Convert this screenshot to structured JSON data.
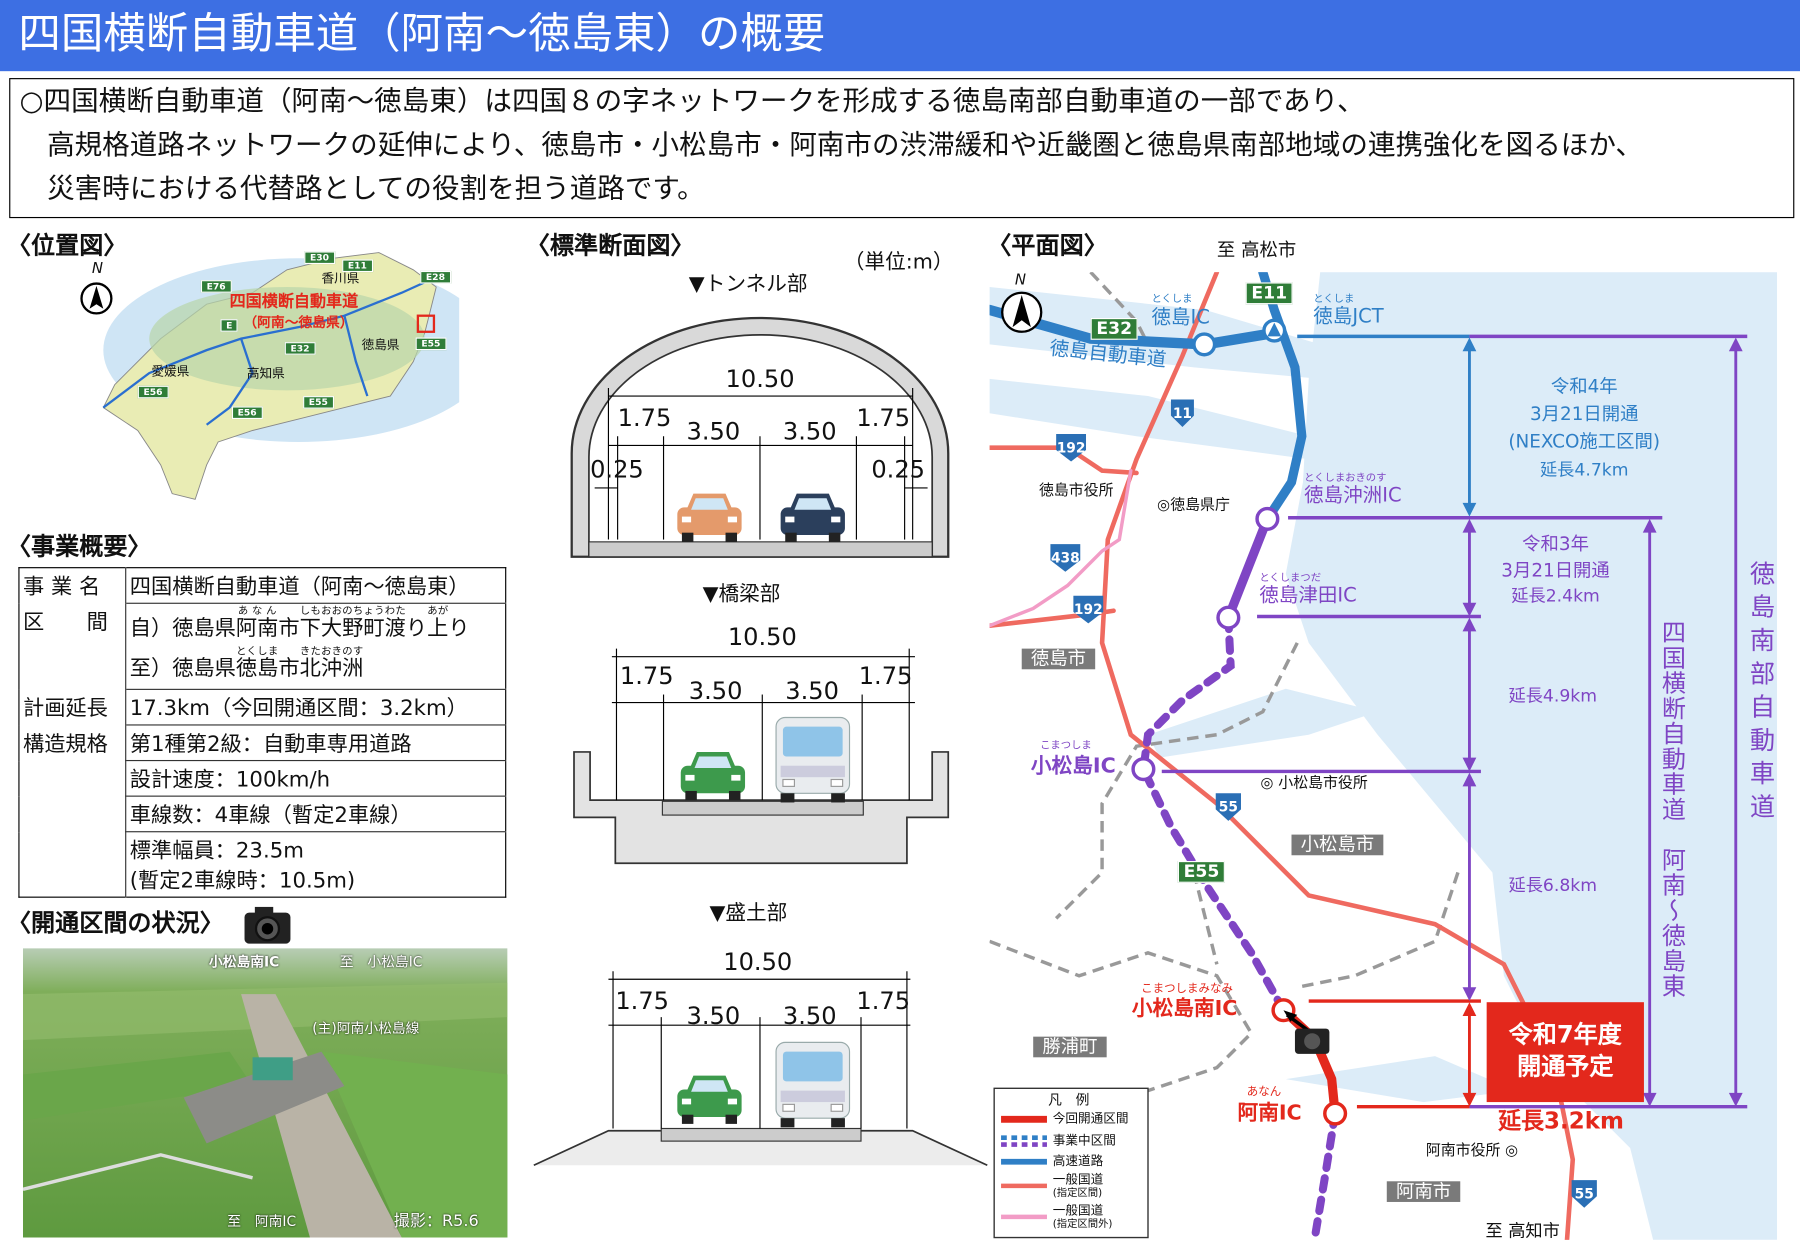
{
  "title": "四国横断自動車道（阿南～徳島東）の概要",
  "intro": [
    "○四国横断自動車道（阿南～徳島東）は四国８の字ネットワークを形成する徳島南部自動車道の一部であり、",
    "　高規格道路ネットワークの延伸により、徳島市・小松島市・阿南市の渋滞緩和や近畿圏と徳島県南部地域の連携強化を図るほか、",
    "　災害時における代替路としての役割を担う道路です。"
  ],
  "location_map": {
    "heading": "〈位置図〉",
    "north": "N",
    "route_label_1": "四国横断自動車道",
    "route_label_2": "（阿南～徳島県）",
    "prefectures": {
      "kagawa": "香川県",
      "tokushima": "徳島県",
      "ehime": "愛媛県",
      "kochi": "高知県"
    },
    "signs": {
      "e30": "E30",
      "e11": "E11",
      "e28": "E28",
      "e76": "E76",
      "e": "E",
      "e32": "E32",
      "e55a": "E55",
      "e56a": "E56",
      "e56b": "E56",
      "e55b": "E55"
    }
  },
  "overview": {
    "heading": "〈事業概要〉",
    "rows": {
      "name_label": "事 業 名",
      "name_value": "四国横断自動車道（阿南～徳島東）",
      "section_label": "区　　間",
      "from_prefix": "自）徳島県",
      "from_anan": "阿南",
      "from_anan_ruby": "あなん",
      "from_mid": "市",
      "from_shimo": "下大野町渡",
      "from_shimo_ruby": "しもおおのちょうわた",
      "from_ri": "り",
      "from_agari": "上",
      "from_agari_ruby": "あが",
      "from_end": "り",
      "to_prefix": "至）徳島県",
      "to_toku": "徳島",
      "to_toku_ruby": "とくしま",
      "to_mid": "市",
      "to_kita": "北沖洲",
      "to_kita_ruby": "きたおきのす",
      "length_label": "計画延長",
      "length_value": "17.3km（今回開通区間：3.2km）",
      "struct_label": "構造規格",
      "struct_1": "第1種第2級：自動車専用道路",
      "struct_2": "設計速度：100km/h",
      "struct_3": "車線数：4車線（暫定2車線）",
      "struct_4a": "標準幅員：23.5m",
      "struct_4b": "(暫定2車線時：10.5m)"
    }
  },
  "photo": {
    "heading": "〈開通区間の状況〉",
    "label_ic": "小松島南IC",
    "label_to_komatsushima": "至　小松島IC",
    "label_road": "(主)阿南小松島線",
    "label_to_anan": "至　阿南IC",
    "caption": "撮影：R5.6"
  },
  "cross_section": {
    "heading": "〈標準断面図〉",
    "unit": "（単位:m）",
    "tunnel": {
      "label": "▼トンネル部",
      "total": "10.50",
      "d1": "1.75",
      "d2": "3.50",
      "d3": "3.50",
      "d4": "1.75",
      "e1": "0.25",
      "e2": "0.25"
    },
    "bridge": {
      "label": "▼橋梁部",
      "total": "10.50",
      "d1": "1.75",
      "d2": "3.50",
      "d3": "3.50",
      "d4": "1.75"
    },
    "earth": {
      "label": "▼盛土部",
      "total": "10.50",
      "d1": "1.75",
      "d2": "3.50",
      "d3": "3.50",
      "d4": "1.75"
    }
  },
  "plan": {
    "heading": "〈平面図〉",
    "north": "N",
    "to_takamatsu": "至 高松市",
    "to_kochi": "至 高知市",
    "signs": {
      "e32": "E32",
      "e11": "E11",
      "e55": "E55",
      "r11": "11",
      "r192a": "192",
      "r192b": "192",
      "r438": "438",
      "r55a": "55",
      "r55b": "55"
    },
    "ic": {
      "tokushima_ic": "徳島IC",
      "tokushima_ic_ruby": "とくしま",
      "tokushima_jct": "徳島JCT",
      "tokushima_jct_ruby": "とくしま",
      "okinosu": "徳島沖洲IC",
      "okinosu_ruby": "とくしまおきのす",
      "tsuda": "徳島津田IC",
      "tsuda_ruby": "とくしまつだ",
      "komatsushima": "小松島IC",
      "komatsushima_ruby": "こまつしま",
      "komatsushima_minami": "小松島南IC",
      "komatsushima_minami_ruby": "こまつしまみなみ",
      "anan": "阿南IC",
      "anan_ruby": "あなん"
    },
    "expressway_name": "徳島自動車道",
    "places": {
      "city_hall_tokushima": "徳島市役所",
      "pref_office": "◎徳島県庁",
      "tokushima_city": "徳島市",
      "komatsushima_hall": "◎ 小松島市役所",
      "komatsushima_city": "小松島市",
      "katsuura": "勝浦町",
      "anan_hall": "阿南市役所 ◎",
      "anan_city": "阿南市"
    },
    "segments": {
      "r4_1": "令和4年",
      "r4_2": "3月21日開通",
      "r4_3": "(NEXCO施工区間)",
      "r4_len": "延長4.7km",
      "r3_1": "令和3年",
      "r3_2": "3月21日開通",
      "r3_len": "延長2.4km",
      "len_49": "延長4.9km",
      "len_68": "延長6.8km",
      "r7_1": "令和7年度",
      "r7_2": "開通予定",
      "len_32": "延長3.2km"
    },
    "vertical_1": "四国横断自動車道　阿南〜徳島東",
    "vertical_2": "徳島南部自動車道",
    "legend": {
      "title": "凡　例",
      "i1": "今回開通区間",
      "i2": "事業中区間",
      "i3": "高速道路",
      "i4a": "一般国道",
      "i4b": "(指定区間)",
      "i5a": "一般国道",
      "i5b": "(指定区間外)"
    },
    "colors": {
      "expressway": "#2f7fc6",
      "planned": "#7f45c4",
      "opening": "#e3281c",
      "national": "#ef6a60",
      "national_other": "#f29cc6",
      "sea": "#dcecf8"
    }
  }
}
